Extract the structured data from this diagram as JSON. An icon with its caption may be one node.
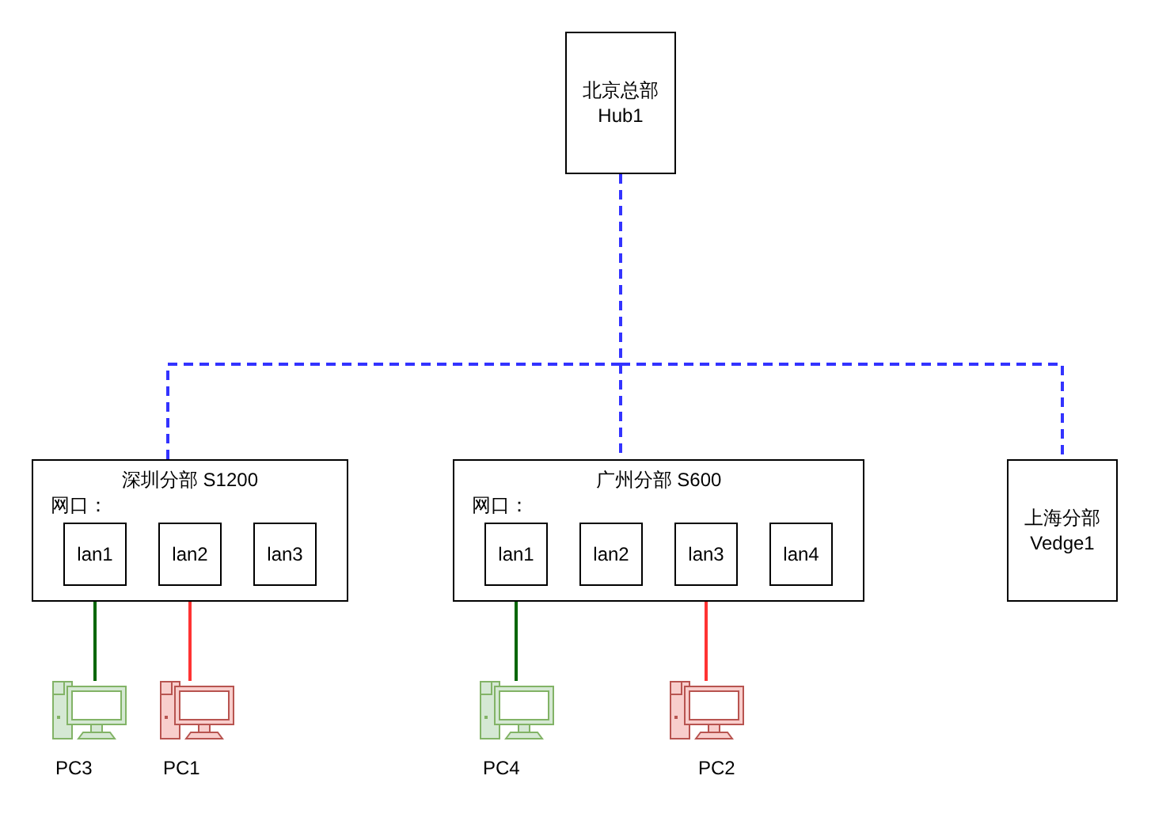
{
  "diagram": {
    "nodes": [
      {
        "text": [
          "北京总部 Hub1"
        ]
      },
      {
        "text": [
          "深圳分部 S1200",
          "网口："
        ]
      },
      {
        "text": [
          "lan1"
        ],
        "in": 1
      },
      {
        "text": [
          "lan2"
        ],
        "in": 1
      },
      {
        "text": [
          "lan3"
        ],
        "in": 1
      },
      {
        "text": [
          "广州分部 S600",
          "网口："
        ]
      },
      {
        "text": [
          "lan1"
        ],
        "in": 5
      },
      {
        "text": [
          "lan2"
        ],
        "in": 5
      },
      {
        "text": [
          "lan3"
        ],
        "in": 5
      },
      {
        "text": [
          "lan4"
        ],
        "in": 5
      },
      {
        "text": [
          "上海分部 Vedge1"
        ]
      },
      {
        "text": [],
        "shape": "computer",
        "beside": [
          "PC3"
        ]
      },
      {
        "text": [],
        "shape": "computer",
        "beside": [
          "PC1"
        ]
      },
      {
        "text": [],
        "shape": "computer",
        "beside": [
          "PC4"
        ]
      },
      {
        "text": [],
        "shape": "computer",
        "beside": [
          "PC2"
        ]
      }
    ],
    "edges": [
      {
        "from": 0,
        "to": 1,
        "arrow": "none",
        "style": "dashed",
        "color": "#3333ff"
      },
      {
        "from": 0,
        "to": 5,
        "arrow": "none",
        "style": "dashed",
        "color": "#3333ff"
      },
      {
        "from": 0,
        "to": 10,
        "arrow": "none",
        "style": "dashed",
        "color": "#3333ff"
      },
      {
        "from": 2,
        "to": 11,
        "arrow": "none",
        "color": "#006600"
      },
      {
        "from": 3,
        "to": 12,
        "arrow": "none",
        "color": "#ff3333"
      },
      {
        "from": 6,
        "to": 13,
        "arrow": "none",
        "color": "#006600"
      },
      {
        "from": 8,
        "to": 14,
        "arrow": "none",
        "color": "#ff3333"
      }
    ]
  }
}
